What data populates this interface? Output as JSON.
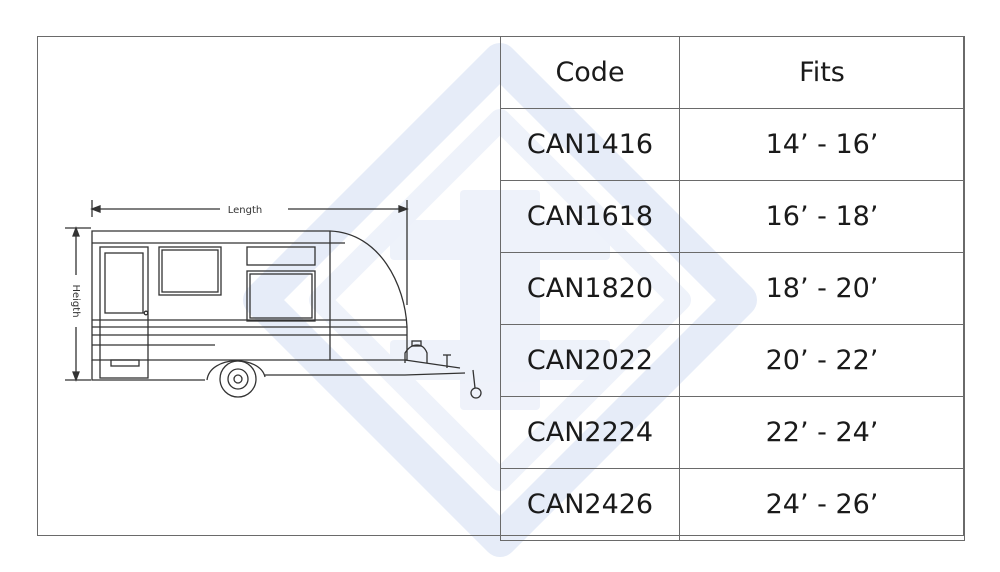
{
  "diagram": {
    "length_label": "Length",
    "height_label": "Heigth"
  },
  "table": {
    "headers": [
      "Code",
      "Fits"
    ],
    "rows": [
      {
        "code": "CAN1416",
        "fits": "14’ - 16’"
      },
      {
        "code": "CAN1618",
        "fits": "16’ - 18’"
      },
      {
        "code": "CAN1820",
        "fits": "18’ - 20’"
      },
      {
        "code": "CAN2022",
        "fits": "20’ - 22’"
      },
      {
        "code": "CAN2224",
        "fits": "22’ - 24’"
      },
      {
        "code": "CAN2426",
        "fits": "24’ - 26’"
      }
    ]
  },
  "colors": {
    "border": "#6a6a6a",
    "watermark": "#e8edf8",
    "line_art": "#333333"
  }
}
